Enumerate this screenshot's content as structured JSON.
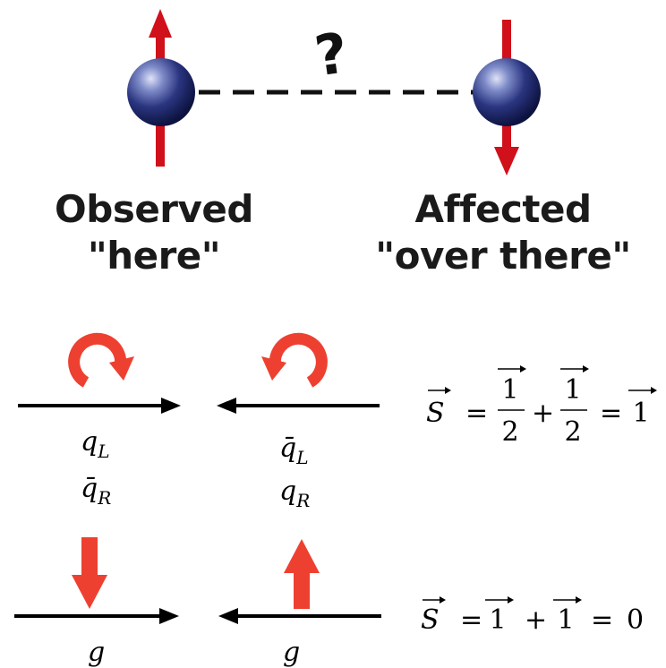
{
  "top": {
    "question_mark": "?",
    "left_caption": [
      "Observed",
      "\"here\""
    ],
    "right_caption": [
      "Affected",
      "\"over there\""
    ]
  },
  "colors": {
    "arrow_red": "#d0101a",
    "rotation_red": "#ee4030",
    "sphere": "#2a3580",
    "line": "#000000"
  },
  "quarks": {
    "left": {
      "label1": "q",
      "sub1": "L",
      "label2": "q̄",
      "sub2": "R"
    },
    "right": {
      "label1": "q̄",
      "sub1": "L",
      "label2": "q",
      "sub2": "R"
    },
    "equation": {
      "lhs": "S",
      "eq1": "=",
      "frac1_num": "1",
      "frac1_den": "2",
      "plus": "+",
      "frac2_num": "1",
      "frac2_den": "2",
      "eq2": "=",
      "result": "1"
    }
  },
  "gluons": {
    "left_label": "g",
    "right_label": "g",
    "equation": {
      "lhs": "S",
      "eq1": "=",
      "term1": "1",
      "plus": "+",
      "term2": "1",
      "eq2": "=",
      "result": "0"
    }
  }
}
